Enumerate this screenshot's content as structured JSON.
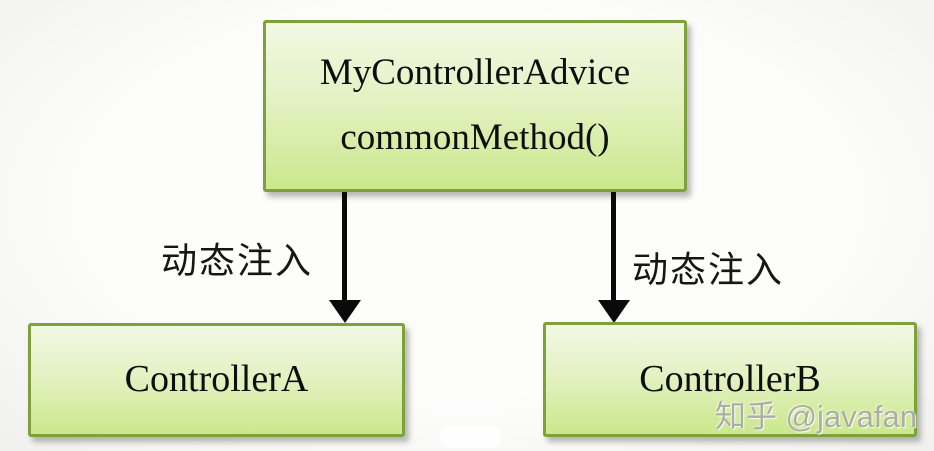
{
  "diagram": {
    "advice_box": {
      "title": "MyControllerAdvice",
      "method": "commonMethod()"
    },
    "controllers": [
      {
        "label": "ControllerA"
      },
      {
        "label": "ControllerB"
      }
    ],
    "arrows": [
      {
        "label": "动态注入"
      },
      {
        "label": "动态注入"
      }
    ],
    "watermark": "知乎 @javafan",
    "colors": {
      "box_border": "#7da23c",
      "box_fill_top": "#f2f8e4",
      "box_fill_bottom": "#cbe88c",
      "arrow": "#0a0a0a",
      "text": "#0e0e0e",
      "watermark": "#acada5"
    }
  }
}
